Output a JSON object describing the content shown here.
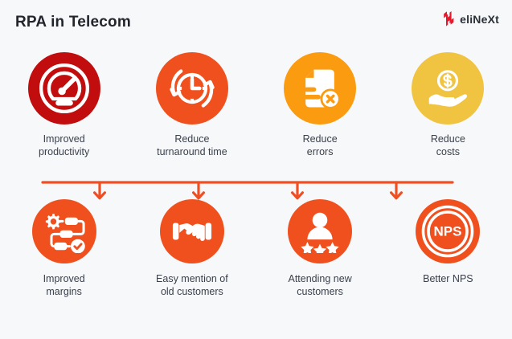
{
  "page": {
    "title": "RPA in Telecom",
    "background_color": "#f7f8fa",
    "text_color": "#3a3f4a"
  },
  "brand": {
    "name": "eliNeXt",
    "mark_icon": "elinext-n-logo-icon",
    "mark_color": "#e8192c",
    "wordmark_color": "#2b2f36"
  },
  "connector": {
    "color": "#f04e23",
    "line_thickness": 3,
    "arrow_count": 4,
    "icon": "down-arrow-icon"
  },
  "top_row": {
    "items": [
      {
        "label": "Improved\nproductivity",
        "icon": "speedometer-icon",
        "badge_color": "#c10d0d",
        "glyph_color": "#ffffff"
      },
      {
        "label": "Reduce\nturnaround time",
        "icon": "clock-refresh-icon",
        "badge_color": "#f0501e",
        "glyph_color": "#ffffff"
      },
      {
        "label": "Reduce\nerrors",
        "icon": "document-error-icon",
        "badge_color": "#fb9b10",
        "glyph_color": "#ffffff"
      },
      {
        "label": "Reduce\ncosts",
        "icon": "hand-holding-money-icon",
        "badge_color": "#f0c341",
        "glyph_color": "#ffffff"
      }
    ]
  },
  "bottom_row": {
    "items": [
      {
        "label": "Improved\nmargins",
        "icon": "workflow-automation-icon",
        "badge_color": "#f0501e",
        "glyph_color": "#ffffff"
      },
      {
        "label": "Easy mention of\nold customers",
        "icon": "handshake-icon",
        "badge_color": "#f0501e",
        "glyph_color": "#ffffff"
      },
      {
        "label": "Attending new\ncustomers",
        "icon": "customer-rating-stars-icon",
        "badge_color": "#f0501e",
        "glyph_color": "#ffffff"
      },
      {
        "label": "Better NPS",
        "icon": "nps-score-icon",
        "badge_color": "#f0501e",
        "glyph_color": "#ffffff",
        "badge_text": "NPS"
      }
    ]
  }
}
